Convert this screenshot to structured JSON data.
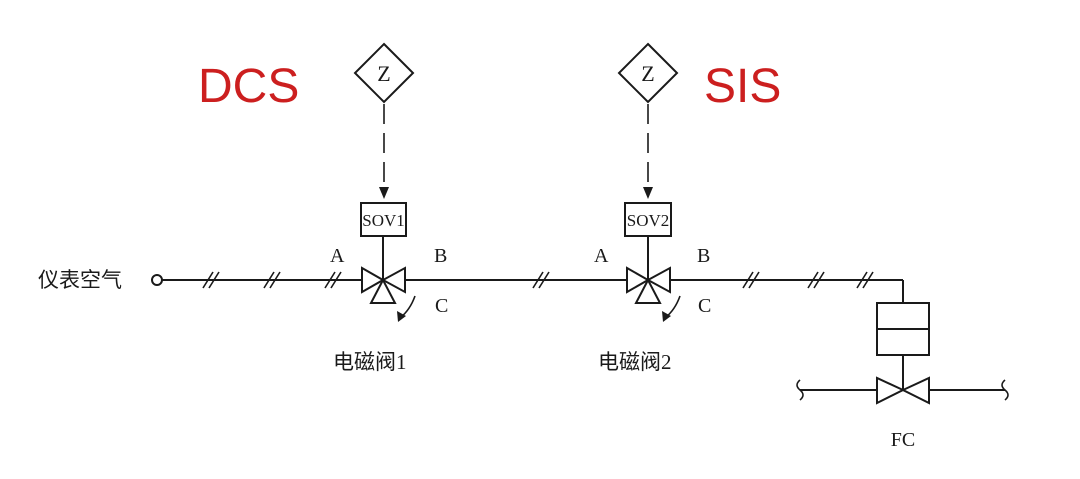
{
  "labels": {
    "dcs": "DCS",
    "sis": "SIS",
    "air_supply": "仪表空气",
    "z1": "Z",
    "z2": "Z",
    "sov1": "SOV1",
    "sov2": "SOV2",
    "port_a1": "A",
    "port_b1": "B",
    "port_c1": "C",
    "port_a2": "A",
    "port_b2": "B",
    "port_c2": "C",
    "valve1_name": "电磁阀1",
    "valve2_name": "电磁阀2",
    "fail_position": "FC"
  },
  "colors": {
    "system_label": "#cc1f1f",
    "line": "#1a1a1a"
  },
  "icons": {
    "signal_source": "diamond-z-icon",
    "solenoid_valve": "three-way-valve-icon",
    "control_valve": "globe-valve-with-actuator-icon"
  }
}
